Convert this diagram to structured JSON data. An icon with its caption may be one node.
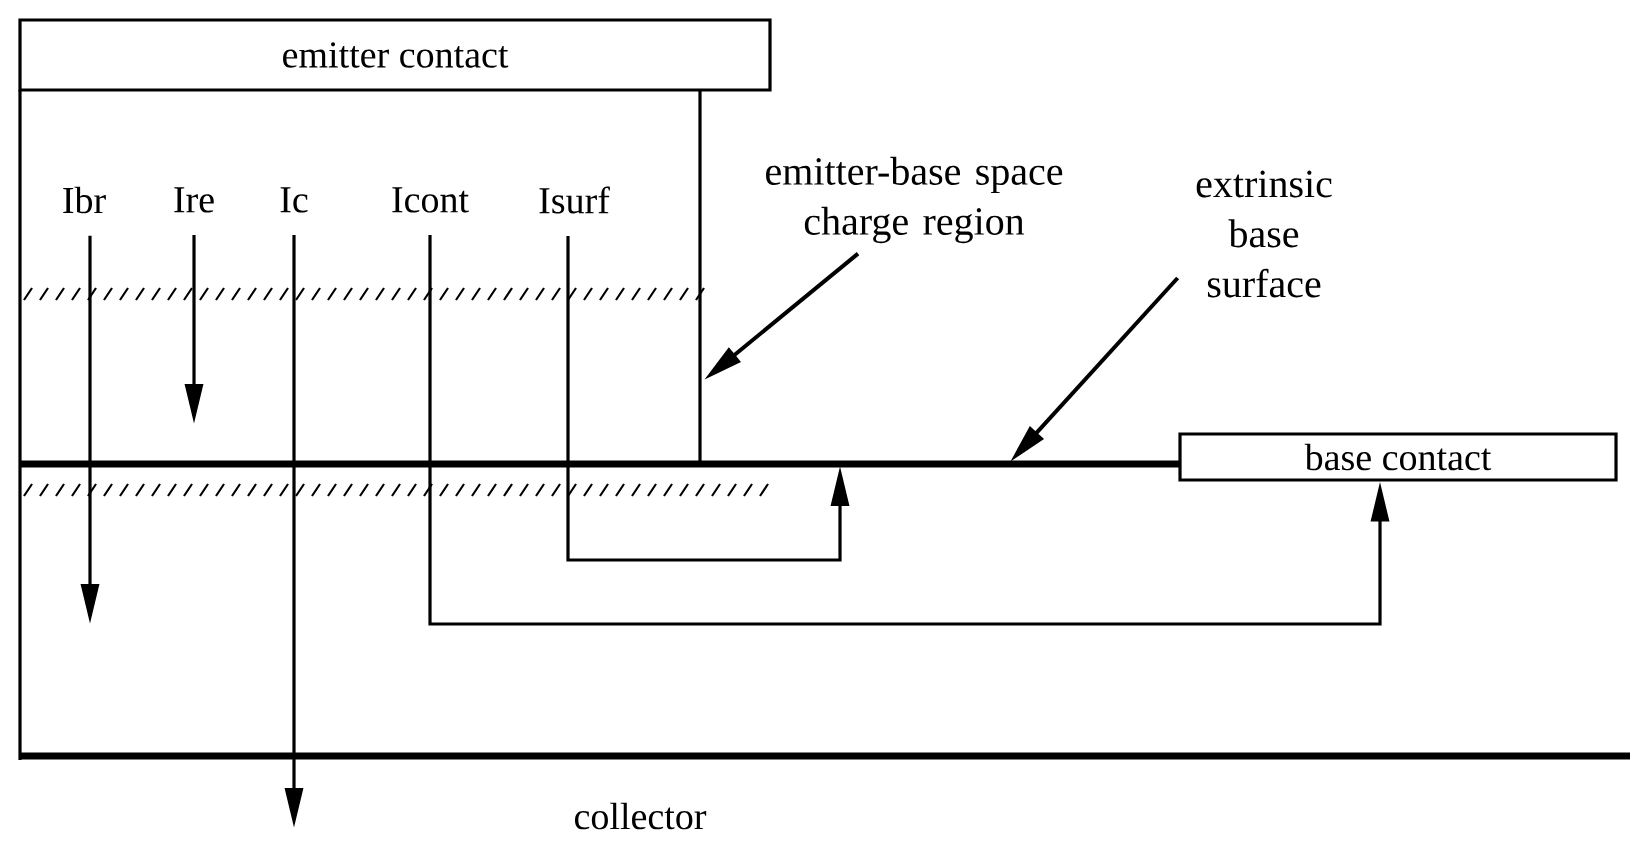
{
  "diagram": {
    "nodes": [
      {
        "text": [
          "emitter contact"
        ]
      },
      {
        "text": [
          "Ibr"
        ]
      },
      {
        "text": [
          "Ire"
        ]
      },
      {
        "text": [
          "Ic"
        ]
      },
      {
        "text": [
          "Icont"
        ]
      },
      {
        "text": [
          "Isurf"
        ]
      },
      {
        "text": [
          "emitter-base space charge region"
        ]
      },
      {
        "text": [
          "extrinsic base surface"
        ]
      },
      {
        "text": [
          "base contact"
        ]
      }
    ],
    "edges": [
      {
        "from": 1,
        "to": null,
        "arrow": "to"
      },
      {
        "from": 2,
        "to": null,
        "arrow": "to"
      },
      {
        "from": 3,
        "to": null,
        "arrow": "to"
      },
      {
        "from": 4,
        "to": 8,
        "arrow": "to"
      },
      {
        "from": 5,
        "to": null,
        "arrow": "to"
      },
      {
        "from": 6,
        "to": null,
        "arrow": "to"
      },
      {
        "from": 7,
        "to": null,
        "arrow": "to"
      }
    ],
    "labels": [
      "collector"
    ]
  }
}
